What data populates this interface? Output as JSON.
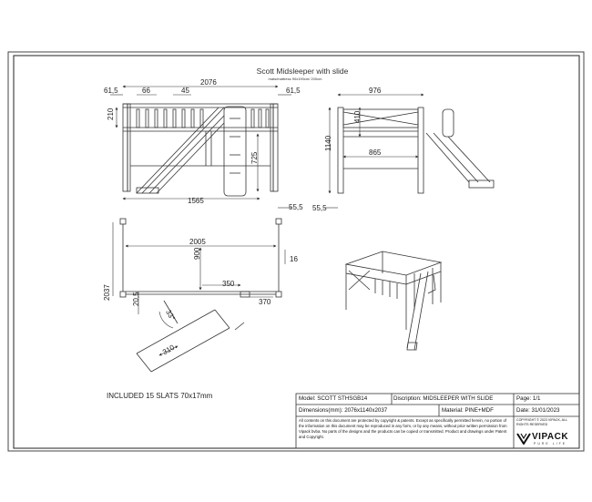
{
  "drawing": {
    "title": "Scott Midsleeper with slide",
    "subtitle": "mats/mattress 90x190cm/ 200cm",
    "dims": {
      "d2076": "2076",
      "d61_5a": "61,5",
      "d66": "66",
      "d45": "45",
      "d61_5b": "61,5",
      "d210": "210",
      "d725": "725",
      "d1565": "1565",
      "d55_5a": "55,5",
      "d976": "976",
      "d410": "410",
      "d1140": "1140",
      "d865": "865",
      "d2005": "2005",
      "d900": "900",
      "d16": "16",
      "d350": "350",
      "d370": "370",
      "d20_5": "20,5",
      "d2037": "2037",
      "d33deg": "33°",
      "d310": "310"
    },
    "note": "INCLUDED 15 SLATS  70x17mm"
  },
  "title_block": {
    "model": "Model: SCOTT STHSGB14",
    "discription": "Discription: MIDSLEEPER WITH SLIDE",
    "page": "Page: 1/1",
    "dimensions": "Dimensions(mm): 2076x1140x2037",
    "material": "Material: PINE+MDF",
    "date": "Date: 31/01/2023",
    "legal": "All contents on this document are protected by copyright & patents. Except as specifically permitted herein, no portion of the information on this document may be reproduced in any form, or by any means, without prior written permission from Vipack bvba. No parts of the designs and the products can be copied or transmitted. Product and drawings under Patent and Copyright.",
    "copyright": "COPYRIGHT © 2023 VIPACK, ALL RIGHTS RESERVED",
    "brand": "VIPACK",
    "brand_tag": "PURE LIFE"
  }
}
